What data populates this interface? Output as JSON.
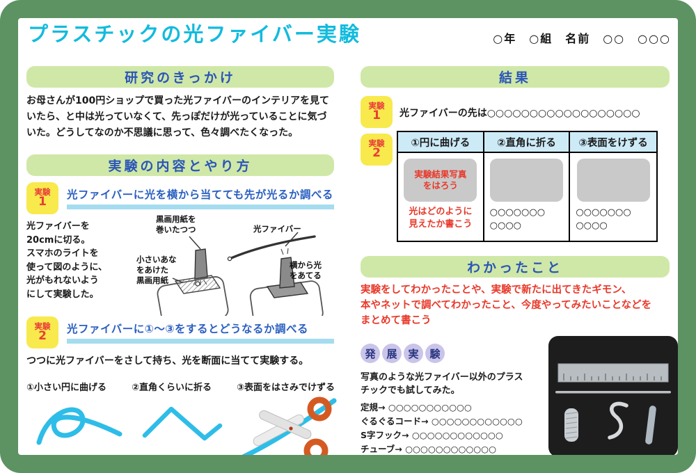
{
  "title": "プラスチックの光ファイバー実験",
  "name_field": "○年　○組　名前　○○　○○○",
  "sections": {
    "motive": {
      "header": "研究のきっかけ",
      "body": "お母さんが100円ショップで買った光ファイバーのインテリアを見ていたら、と中は光っていなくて、先っぽだけが光っていることに気づいた。どうしてなのか不思議に思って、色々調べたくなった。"
    },
    "method": {
      "header": "実験の内容とやり方"
    },
    "results": {
      "header": "結果"
    },
    "learned": {
      "header": "わかったこと",
      "note": "実験をしてわかったことや、実験で新たに出てきたギモン、\n本やネットで調べてわかったこと、今度やってみたいことなどを\nまとめて書こう"
    }
  },
  "exp1": {
    "badge": "実験",
    "num": "1",
    "heading": "光ファイバーに光を横から当てても先が光るか調べる",
    "body": "光ファイバーを\n20cmに切る。\nスマホのライトを\n使って図のように、\n光がもれないよう\nにして実験した。",
    "labels": {
      "tube": "黒画用紙を\n巻いたつつ",
      "fiber": "光ファイバー",
      "hole": "小さいあな\nをあけた\n黒画用紙",
      "side": "横から光\nをあてる"
    }
  },
  "exp2": {
    "badge": "実験",
    "num": "2",
    "heading": "光ファイバーに①〜③をするとどうなるか調べる",
    "body": "つつに光ファイバーをさして持ち、光を断面に当てて実験する。",
    "items": [
      "①小さい円に曲げる",
      "②直角くらいに折る",
      "③表面をはさみでけずる"
    ]
  },
  "results": {
    "exp1_line": "光ファイバーの先は○○○○○○○○○○○○○○○○○○",
    "table": {
      "headers": [
        "①円に曲げる",
        "②直角に折る",
        "③表面をけずる"
      ],
      "photo_note": "実験結果写真\nをはろう",
      "write_note": "光はどのように\n見えたか書こう",
      "blank": "○○○○○○○\n○○○○"
    }
  },
  "extension": {
    "title_chars": [
      "発",
      "展",
      "実",
      "験"
    ],
    "body": "写真のような光ファイバー以外のプラス\nチックでも試してみた。",
    "items": [
      {
        "label": "定規→",
        "value": "○○○○○○○○○○○"
      },
      {
        "label": "ぐるぐるコード→",
        "value": "○○○○○○○○○○○○"
      },
      {
        "label": "S字フック→",
        "value": "○○○○○○○○○○○○"
      },
      {
        "label": "チューブ→",
        "value": "○○○○○○○○○○○○"
      }
    ]
  },
  "colors": {
    "border_green": "#5d9263",
    "bar_green": "#cfe8a7",
    "bar_text_blue": "#2b55b8",
    "title_cyan": "#12bbdd",
    "badge_yellow": "#f8e94d",
    "badge_red": "#e83e38",
    "heading_blue": "#2a5fc0",
    "underline_cyan": "#a5dcef",
    "table_header_bg": "#cdeaf7",
    "placeholder_gray": "#c9c9c9",
    "accent_red": "#e8392a",
    "ext_lavender": "#cac4ea",
    "ext_navy": "#27357e",
    "draw_cyan": "#2ebde8",
    "scissors_orange": "#d55a22"
  }
}
